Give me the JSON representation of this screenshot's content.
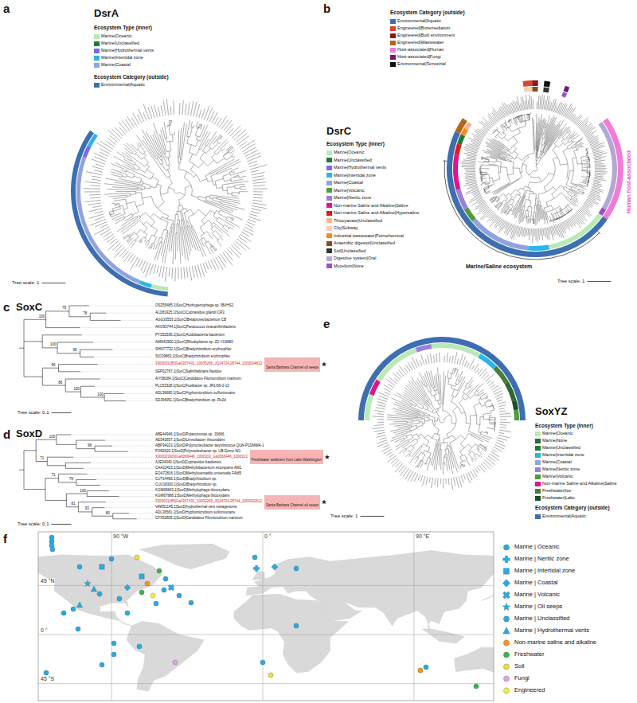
{
  "diagram": {
    "nodes": [
      {
        "text": [
          "Santa Barbara Channel oil seeps"
        ]
      },
      {
        "text": [
          "Freshwater sediment from Lake Washington"
        ]
      },
      {
        "text": [
          "Santa Barbara Channel oil seeps"
        ]
      }
    ],
    "labels": [
      "a",
      "DsrA",
      "Ecosystem Type (inner)",
      "Ecosystem Category (outside)",
      "Tree scale: 1",
      "b",
      "Ecosystem Category (outside)",
      "DsrC",
      "Ecosystem Type (inner)",
      "Tree scale: 1",
      "Human host-associated",
      "Marine/Saline ecosystem",
      "c",
      "SoxC",
      "OSZ55485.1|SoxC|Hydrogenophaga sp. IBVHS2",
      "ALD81925.1|SoxC|Cupriavidus gilardii CR3",
      "AGG33553.1|SoxC|Betaproteobacterium CB",
      "AKO93744.1|SoxC|Paracoccus zeaxanthinifaciens",
      "PYS52536.1|SoxC|Acidobacteria bacterium",
      "AMN42900.1|SoxC|Rhodoplanes sp. Z2-YC6860",
      "SHN77732.1|SoxC|Bradyrhizobium erythrophlei",
      "SIO29863.1|SoxC|Bradyrhizobium erythrophlei",
      "3300031185|Ga0307431_10005266_JQ24724.28744_1000004813",
      "SEP02767.1|SoxC|Salinihabitans flavidus",
      "AIY68284.1|SoxC|Candidatus Filomicrobium marinum",
      "PLC53328.1|SoxC|Fusibacter sp. JR1/69-2-13",
      "ADL36680.1|SoxC|Hyphomicrobium sulfonivorans",
      "SDJ94051.1|SoxC|Bradyrhizobium sp. Rc2d",
      "100",
      "78",
      "78",
      "100",
      "95",
      "96",
      "86",
      "100",
      "100",
      "Tree scale: 0.1",
      "d",
      "SoxD",
      "ABE44946.1|SoxD|Polaromonas sp. JS666",
      "AES42657.1|SoxD|Limnobacter thiooxidans",
      "ABP34023.1|SoxD|Polynucleobacter asymbioticus QLW-P1DMWA-1",
      "PJI82620.1|SoxD|Polynucleobacter sp. UB-Domo-W1",
      "3300001903|Ga0066446_1000310_Ga0066446_1000313",
      "AJE04040.1|SoxD|Cupriavidus basilensis",
      "CAA22423.1|SoxD|Methylobacterium extorquens AM1",
      "EOA72816.1|SoxD|Methyloversatilis universalis FAM5",
      "CUT14466.1|SoxD|Bradyrhizobium sp.",
      "CUU18300.1|SoxD|Bradyrhizobium sp.",
      "KGM65843.1|SoxD|Methylophaga thiooxydans",
      "KGM67988.1|SoxD|Methylophaga thiooxydans",
      "3300031185|Ga0307431_10002269_JQ24724.28744_1000002612",
      "VAW51145.1|SoxD|hydrothermal vent metagenome",
      "ADL36581.1|SoxD|Hyphomicrobium sulfonivorans",
      "CFX52805.1|SoxD|Candidatus Filomicrobium marinum",
      "100",
      "98",
      "71",
      "71",
      "79",
      "100",
      "81",
      "93",
      "80",
      "Tree scale: 0.1",
      "e",
      "SoxYZ",
      "Ecosystem Type (inner)",
      "Ecosystem Category (outside)",
      "Tree scale: 1",
      "f",
      "90 °W",
      "0 °",
      "90 °E",
      "45 °N",
      "0 °",
      "45 °S"
    ],
    "legend": [
      {
        "text": "Marine|Oceanic",
        "color": "#b9e9b5"
      },
      {
        "text": "Marine|Unclassified",
        "color": "#1f7a3a"
      },
      {
        "text": "Marine|Hydrothermal vents",
        "color": "#7b68ee"
      },
      {
        "text": "Marine|Intertidal zone",
        "color": "#2bb5e8"
      },
      {
        "text": "Marine|Coastal",
        "color": "#8fa3e0"
      },
      {
        "text": "Environmental|Aquatic",
        "color": "#3d6fb0"
      },
      {
        "text": "Environmental|Aquatic",
        "color": "#3d6fb0"
      },
      {
        "text": "Engineered|Bioremediation",
        "color": "#e0442a"
      },
      {
        "text": "Engineered|Built environment",
        "color": "#8b1a1a"
      },
      {
        "text": "Engineered|Wastewater",
        "color": "#b5651d"
      },
      {
        "text": "Host-associated|Human",
        "color": "#f07cd8"
      },
      {
        "text": "Host-associated|Fungi",
        "color": "#6a1b7a"
      },
      {
        "text": "Environmental|Terrestrial",
        "color": "#111111"
      },
      {
        "text": "Marine|Oceanic",
        "color": "#b9e9b5"
      },
      {
        "text": "Marine|Unclassified",
        "color": "#1f7a3a"
      },
      {
        "text": "Marine|Hydrothermal vents",
        "color": "#7b68ee"
      },
      {
        "text": "Marine|Intertidal zone",
        "color": "#2bb5e8"
      },
      {
        "text": "Marine|Coastal",
        "color": "#8fa3e0"
      },
      {
        "text": "Marine|Volcanic",
        "color": "#4f9a3d"
      },
      {
        "text": "Marine|Neritic zone",
        "color": "#9b7fd9"
      },
      {
        "text": "Non-marine Saline and Alkaline|Saline",
        "color": "#e0148a"
      },
      {
        "text": "Non-marine Saline and Alkaline|Hypersaline",
        "color": "#e31a1c"
      },
      {
        "text": "Thiocyanate|Unclassified",
        "color": "#f7b58b"
      },
      {
        "text": "City|Subway",
        "color": "#f9d0b4"
      },
      {
        "text": "Industrial wastewater|Petrochemical",
        "color": "#f28e1c"
      },
      {
        "text": "Anaerobic digestor|Unclassified",
        "color": "#8a4a1b"
      },
      {
        "text": "Soil|Unclassified",
        "color": "#333333"
      },
      {
        "text": "Digestive system|Oral",
        "color": "#b4a7d6"
      },
      {
        "text": "Mycelium|None",
        "color": "#9c4fc9"
      },
      {
        "text": "Marine|Oceanic",
        "color": "#b9e9b5"
      },
      {
        "text": "Marine|None",
        "color": "#2d6a2d"
      },
      {
        "text": "Marine|Unclassified",
        "color": "#1f7a3a"
      },
      {
        "text": "Marine|Intertidal zone",
        "color": "#2bb5e8"
      },
      {
        "text": "Marine|Coastal",
        "color": "#8fa3e0"
      },
      {
        "text": "Marine|Neritic zone",
        "color": "#9b7fd9"
      },
      {
        "text": "Marine|Volcanic",
        "color": "#4f9a3d"
      },
      {
        "text": "Non-marine Saline and Alkaline|Saline",
        "color": "#e0148a"
      },
      {
        "text": "Freshwater|Ice",
        "color": "#4a7c3a"
      },
      {
        "text": "Freshwater|Lake",
        "color": "#1b4d2a"
      },
      {
        "text": "Environmental|Aquatic",
        "color": "#3d6fb0"
      },
      {
        "text": "Marine | Oceanic"
      },
      {
        "text": "Marine | Neritic zone"
      },
      {
        "text": "Marine | Intertidal zone"
      },
      {
        "text": "Marine | Coastal"
      },
      {
        "text": "Marine | Volcanic"
      },
      {
        "text": "Marine | Oil seeps"
      },
      {
        "text": "Marine | Unclassified"
      },
      {
        "text": "Marine | Hydrothermal vents"
      },
      {
        "text": "Non-marine saline and alkaline"
      },
      {
        "text": "Freshwater"
      },
      {
        "text": "Soil"
      },
      {
        "text": "Fungi"
      },
      {
        "text": "Engineered"
      }
    ]
  }
}
